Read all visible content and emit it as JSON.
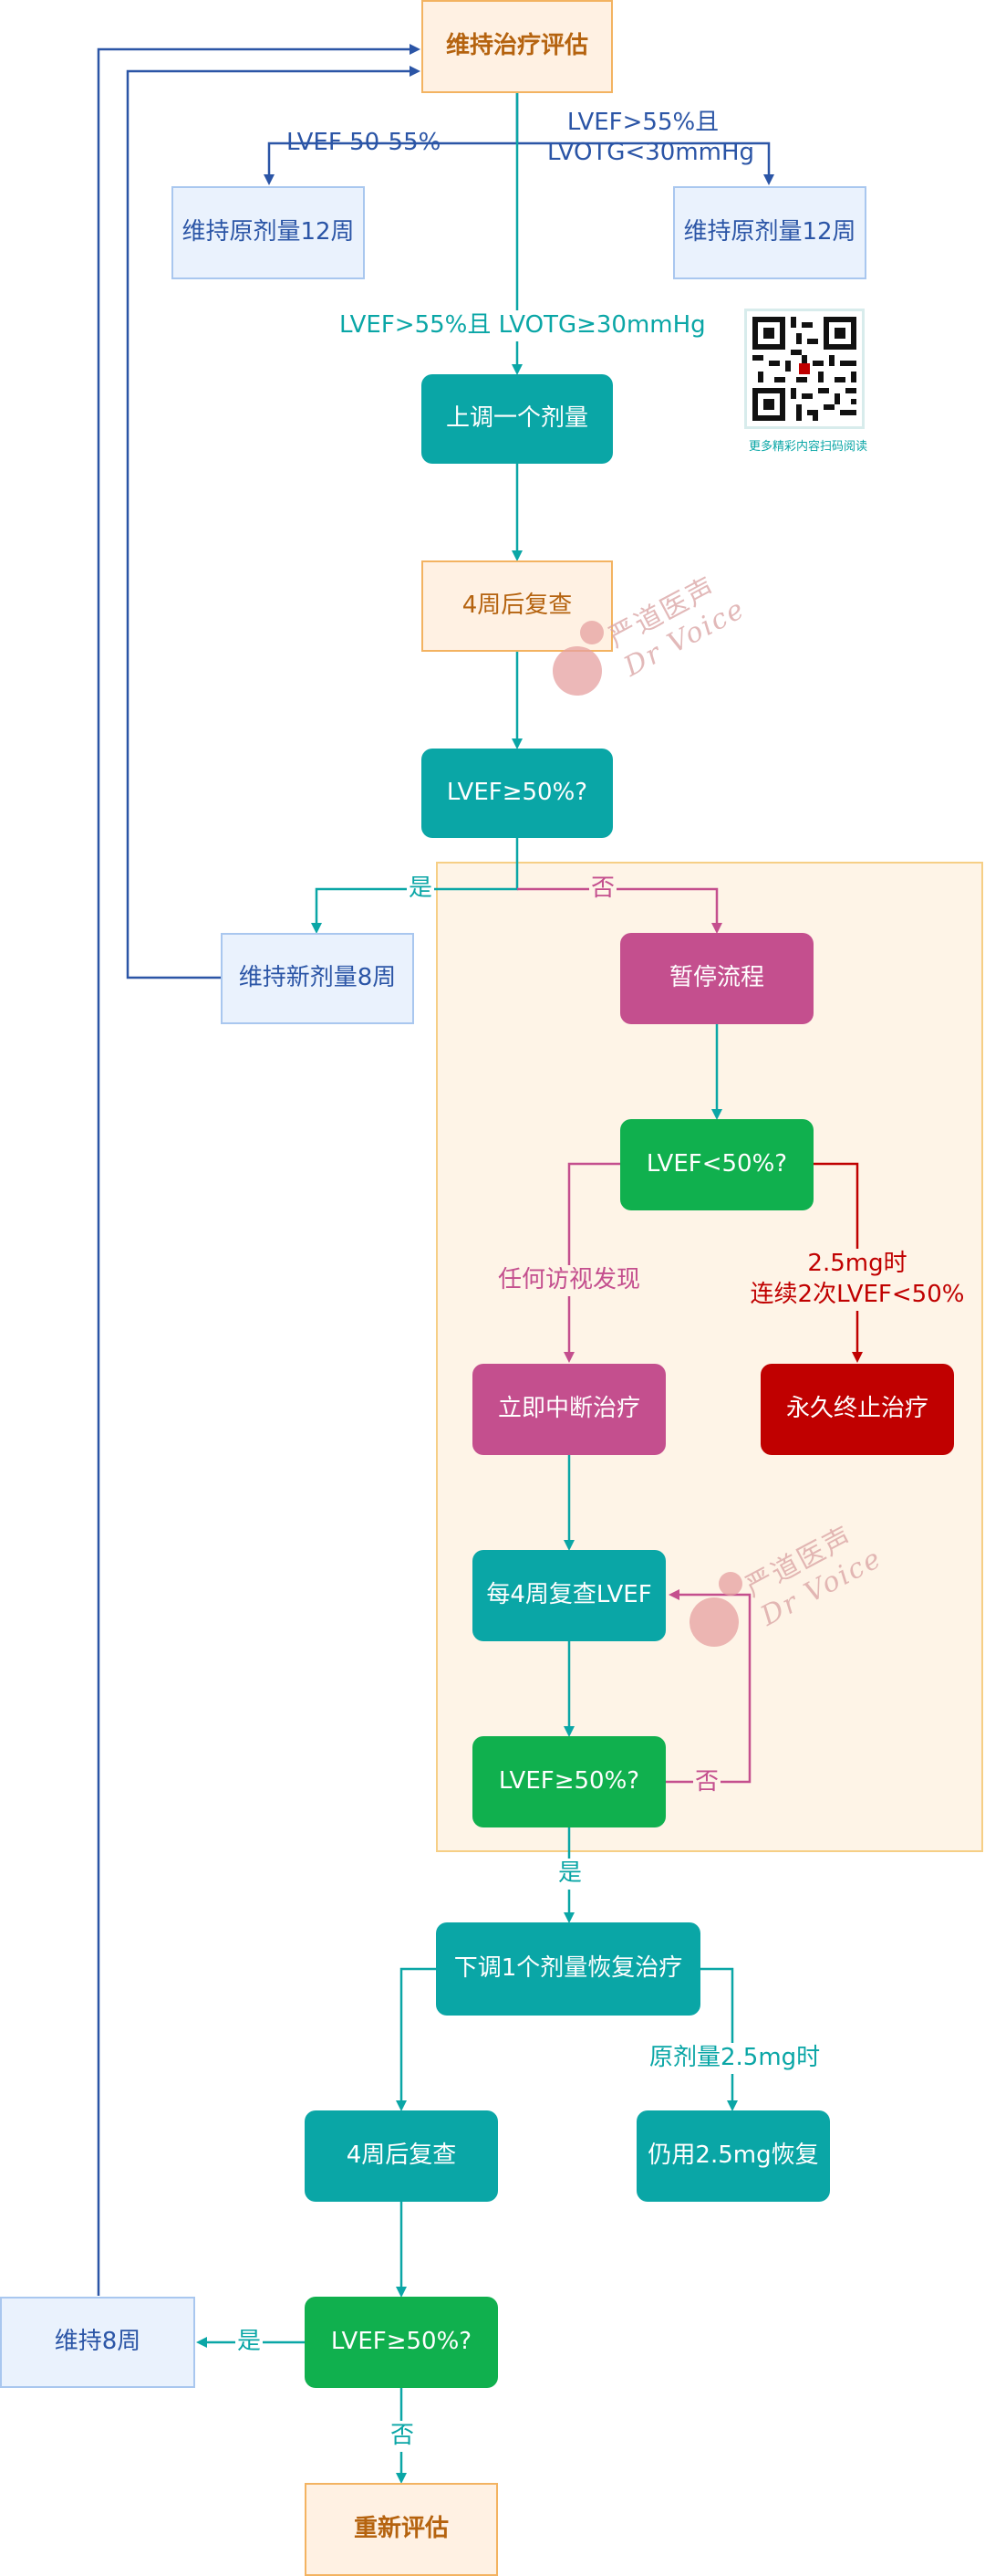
{
  "nodes": {
    "maintain_eval": "维持治疗评估",
    "keep_dose_12w_left": "维持原剂量12周",
    "keep_dose_12w_right": "维持原剂量12周",
    "up_one_dose": "上调一个剂量",
    "recheck_4w_top": "4周后复查",
    "lvef_check_1": "LVEF≥50%?",
    "maintain_new_dose_8w": "维持新剂量8周",
    "pause_flow": "暂停流程",
    "lvef_lt_50": "LVEF<50%?",
    "stop_immediately": "立即中断治疗",
    "permanent_stop": "永久终止治疗",
    "recheck_lvef_every_4w": "每4周复查LVEF",
    "lvef_check_2": "LVEF≥50%?",
    "down_one_dose": "下调1个剂量恢复治疗",
    "recheck_4w_bottom": "4周后复查",
    "resume_25mg": "仍用2.5mg恢复",
    "lvef_check_3": "LVEF≥50%?",
    "maintain_8w": "维持8周",
    "reevaluate": "重新评估"
  },
  "edge_labels": {
    "lvef_50_55": "LVEF 50-55%",
    "lvef_gt55_lt30_line1": "LVEF>55%且",
    "lvef_gt55_lt30_line2": "LVOTG<30mmHg",
    "lvef_gt55_ge30": "LVEF>55%且 LVOTG≥30mmHg",
    "yes_1": "是",
    "no_1": "否",
    "any_visit": "任何访视发现",
    "mg25_line1": "2.5mg时",
    "mg25_line2": "连续2次LVEF<50%",
    "no_2": "否",
    "yes_2": "是",
    "orig_dose_25": "原剂量2.5mg时",
    "yes_3": "是",
    "no_3": "否"
  },
  "qr": {
    "caption": "更多精彩内容扫码阅读"
  },
  "watermark": {
    "cn": "严道医声",
    "en": "Dr Voice"
  },
  "colors": {
    "teal": "#0aa6a6",
    "green": "#10b04e",
    "pink": "#c44f8e",
    "red": "#c00000",
    "blue_line": "#2b55a6",
    "orange_text": "#b5630f"
  }
}
